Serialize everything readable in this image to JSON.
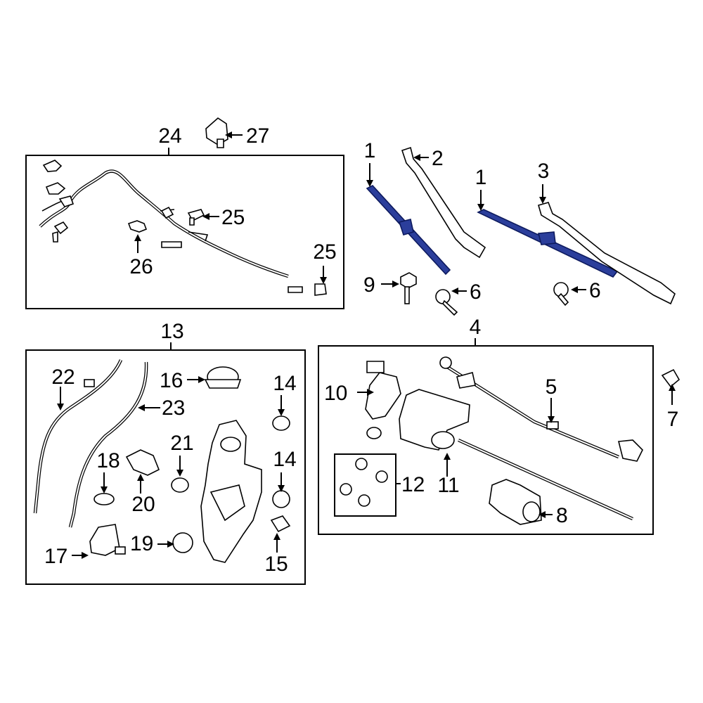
{
  "callouts": [
    {
      "id": "c24",
      "text": "24"
    },
    {
      "id": "c27",
      "text": "27"
    },
    {
      "id": "c25a",
      "text": "25"
    },
    {
      "id": "c26",
      "text": "26"
    },
    {
      "id": "c25b",
      "text": "25"
    },
    {
      "id": "c1a",
      "text": "1"
    },
    {
      "id": "c2",
      "text": "2"
    },
    {
      "id": "c1b",
      "text": "1"
    },
    {
      "id": "c3",
      "text": "3"
    },
    {
      "id": "c9",
      "text": "9"
    },
    {
      "id": "c6a",
      "text": "6"
    },
    {
      "id": "c6b",
      "text": "6"
    },
    {
      "id": "c13",
      "text": "13"
    },
    {
      "id": "c22",
      "text": "22"
    },
    {
      "id": "c16",
      "text": "16"
    },
    {
      "id": "c14a",
      "text": "14"
    },
    {
      "id": "c23",
      "text": "23"
    },
    {
      "id": "c21",
      "text": "21"
    },
    {
      "id": "c18",
      "text": "18"
    },
    {
      "id": "c14b",
      "text": "14"
    },
    {
      "id": "c20",
      "text": "20"
    },
    {
      "id": "c17",
      "text": "17"
    },
    {
      "id": "c19",
      "text": "19"
    },
    {
      "id": "c15",
      "text": "15"
    },
    {
      "id": "c4",
      "text": "4"
    },
    {
      "id": "c10",
      "text": "10"
    },
    {
      "id": "c5",
      "text": "5"
    },
    {
      "id": "c7",
      "text": "7"
    },
    {
      "id": "c12",
      "text": "12"
    },
    {
      "id": "c11",
      "text": "11"
    },
    {
      "id": "c8",
      "text": "8"
    }
  ],
  "colors": {
    "highlight_part": "#2b3e9b",
    "line": "#000000",
    "background": "#ffffff"
  }
}
